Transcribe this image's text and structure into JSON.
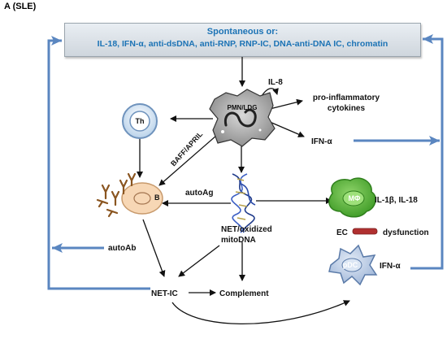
{
  "panel_label": "A (SLE)",
  "stimuli": {
    "title": "Spontaneous or:",
    "items": "IL-18, IFN-α, anti-dsDNA, anti-RNP, RNP-IC, DNA-anti-DNA IC, chromatin"
  },
  "nodes": {
    "pmn": "PMN/LDG",
    "il8": "IL-8",
    "th": "Th",
    "b": "B",
    "macrophage": "MΦ",
    "pdc": "pDC"
  },
  "labels": {
    "pro_inflammatory": [
      "pro-inflammatory",
      "cytokines"
    ],
    "ifn_alpha_top": "IFN-α",
    "baff_april": "BAFF/APRIL",
    "autoag": "autoAg",
    "net_mitodna": [
      "NET/oxidized",
      "mitoDNA"
    ],
    "il1b_il18": "IL-1β, IL-18",
    "ec": "EC",
    "dysfunction": "dysfunction",
    "ifn_alpha_pdc": "IFN-α",
    "autoab": "autoAb",
    "net_ic": "NET-IC",
    "complement": "Complement"
  },
  "colors": {
    "feedback_blue": "#5a86c0",
    "stimuli_text": "#1c73b5",
    "macrophage_green": "#4caf2f",
    "pdc_blue": "#b9cbe6",
    "b_cell": "#f7d7b5",
    "ec_red": "#b03030"
  }
}
